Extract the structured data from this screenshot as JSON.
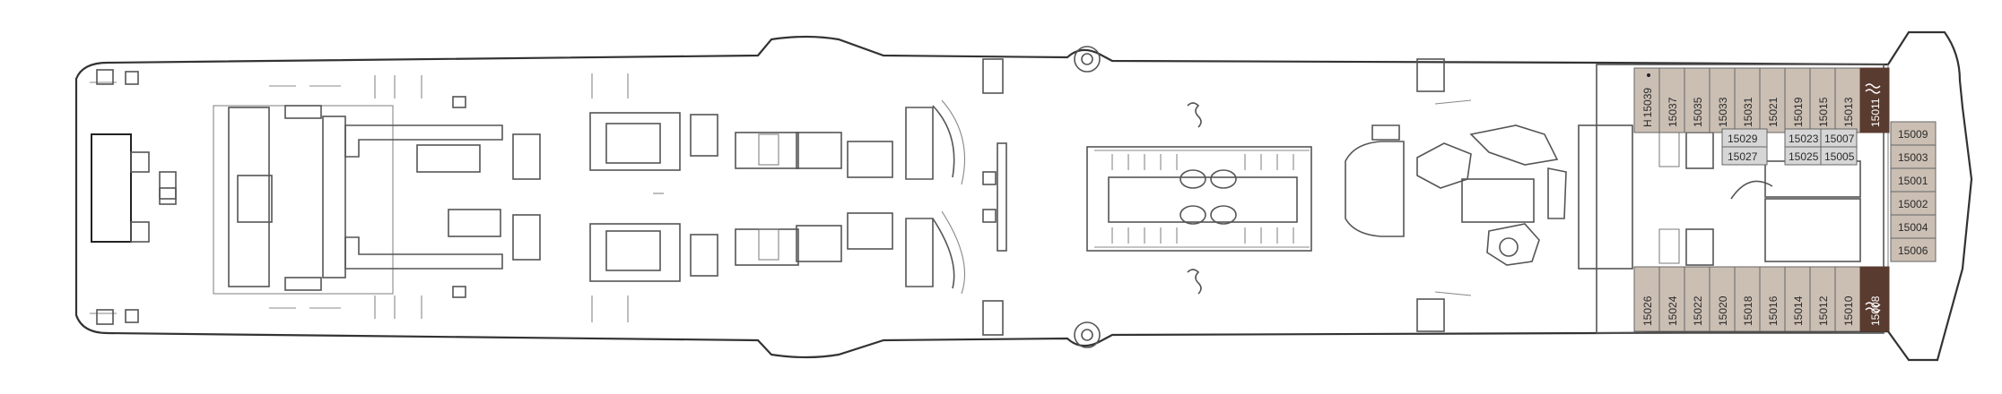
{
  "deck_plan": {
    "top_row_cabins": [
      "15039",
      "15037",
      "15035",
      "15033",
      "15031",
      "15021",
      "15019",
      "15015",
      "15013"
    ],
    "top_row_prefix": "H",
    "top_suite": "15011",
    "bottom_row_cabins": [
      "15026",
      "15024",
      "15022",
      "15020",
      "15018",
      "15016",
      "15014",
      "15012",
      "15010"
    ],
    "bottom_suite": "15008",
    "inner_cabins": [
      "15029",
      "15027",
      "15023",
      "15007",
      "15025",
      "15005"
    ],
    "right_column_cabins": [
      "15009",
      "15003",
      "15001",
      "15002",
      "15004",
      "15006"
    ],
    "colors": {
      "cabin": "#cbbfb4",
      "inner_cabin": "#d6d6d6",
      "suite": "#5a3b30",
      "hull": "#333333"
    },
    "icons": [
      "suite-wave-icon",
      "stair-icon",
      "elevator-icon",
      "accessible-icon"
    ]
  }
}
